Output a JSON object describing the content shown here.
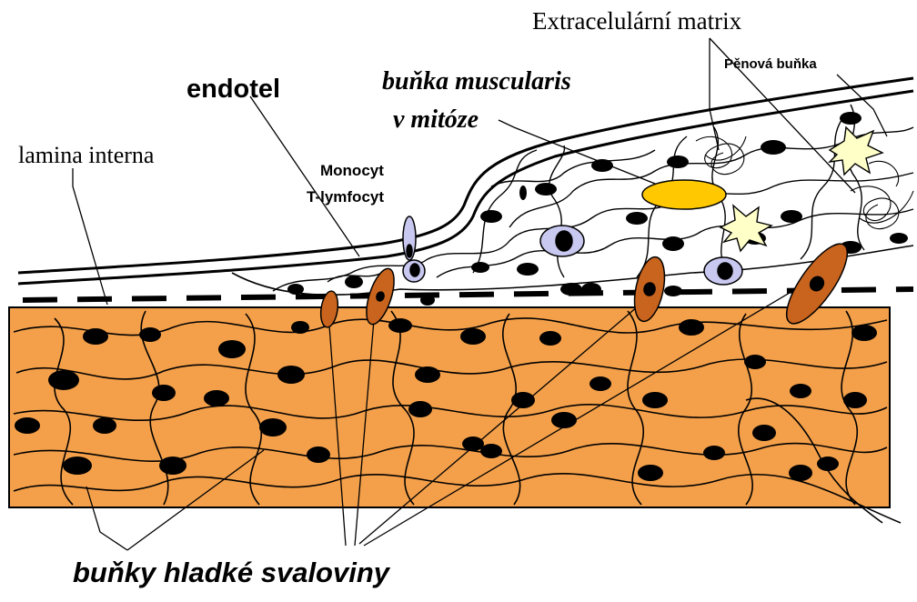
{
  "labels": {
    "extracellular_matrix": "Extracelulární matrix",
    "foam_cell": "Pěnová buňka",
    "endothelium": "endotel",
    "muscularis_cell_line1": "buňka muscularis",
    "muscularis_cell_line2": "v mitóze",
    "lamina_interna": "lamina interna",
    "monocyte": "Monocyt",
    "t_lymphocyte": "T-lymfocyt",
    "smooth_muscle_cells": "buňky hladké svaloviny"
  },
  "colors": {
    "media_fill": "#F4A04A",
    "nucleus": "#000000",
    "immune_cell": "#C8C8F0",
    "migrating_cell": "#C8641E",
    "mitotic_cell": "#FFC800",
    "foam_cell": "#FFFFC8",
    "line": "#000000"
  }
}
